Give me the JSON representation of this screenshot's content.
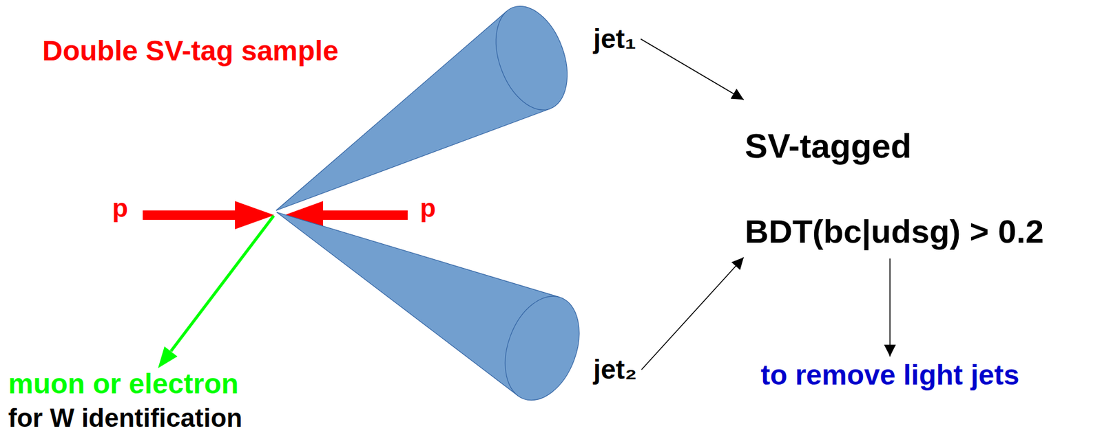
{
  "diagram": {
    "title": "Double SV-tag sample",
    "nodes": [
      {
        "text": [
          "jet₁"
        ]
      },
      {
        "text": [
          "jet₂"
        ]
      },
      {
        "text": [
          "SV-tagged",
          "BDT(bc|udsg) > 0.2"
        ]
      },
      {
        "text": [
          "to remove light jets"
        ]
      }
    ],
    "edges": [
      {
        "from": 0,
        "to": 2,
        "arrow": "to"
      },
      {
        "from": 1,
        "to": 2,
        "arrow": "to"
      },
      {
        "from": 2,
        "to": 3,
        "arrow": "to"
      }
    ],
    "labels": [
      "p",
      "p",
      "muon or electron",
      "for W identification"
    ]
  }
}
